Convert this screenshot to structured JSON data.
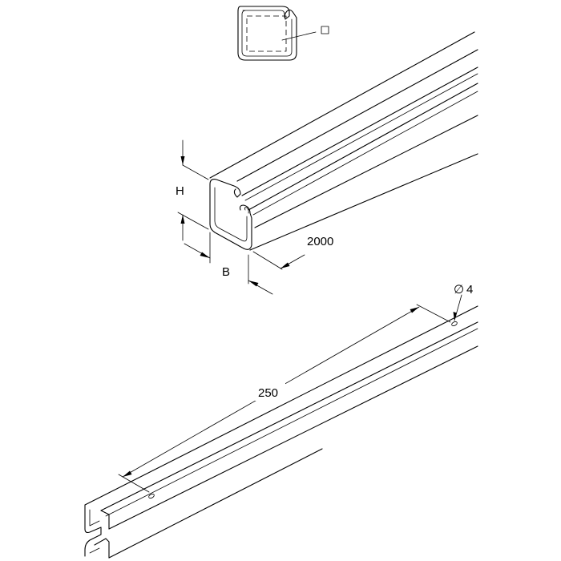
{
  "labels": {
    "height": "H",
    "width": "B",
    "length": "2000",
    "hole_spacing": "250",
    "hole_diameter_symbol": "∅",
    "hole_diameter": "4"
  }
}
